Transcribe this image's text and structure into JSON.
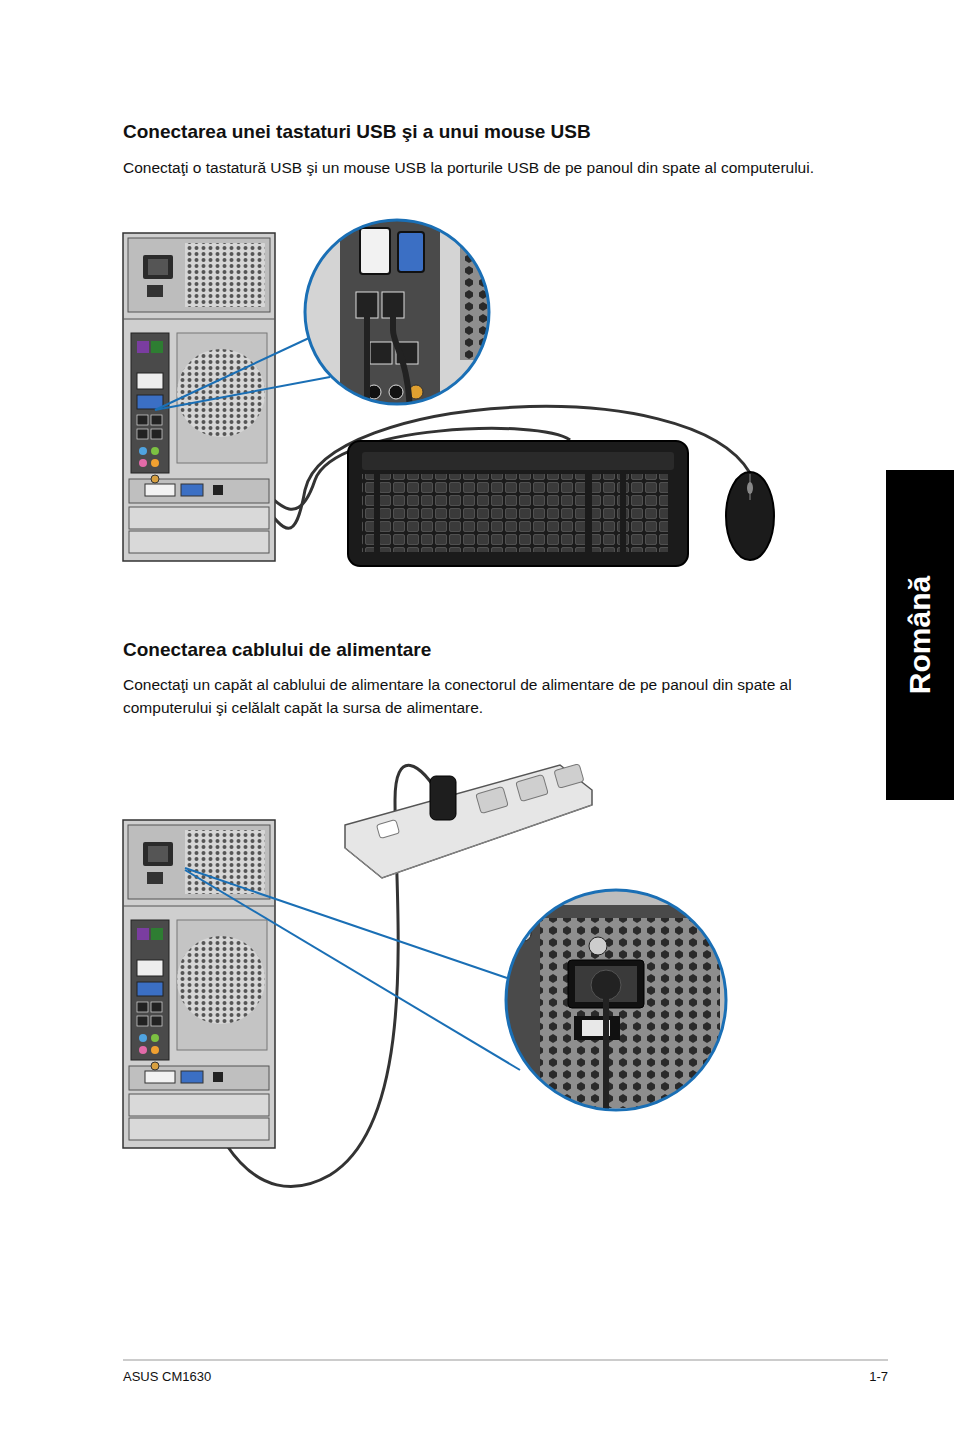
{
  "diagram": {
    "nodes": [
      {
        "text": [
          "Română"
        ]
      }
    ],
    "labels": [
      "Conectarea unei tastaturi USB şi a unui mouse USB",
      "Conectaţi o tastatură USB şi un mouse USB la porturile USB de pe panoul din spate al computerului.",
      "Conectarea cablului de alimentare",
      "Conectaţi un capăt al cablului de alimentare la conectorul de alimentare de pe panoul din spate al computerului şi celălalt capăt la sursa de alimentare.",
      "ASUS CM1630",
      "1-7"
    ]
  }
}
